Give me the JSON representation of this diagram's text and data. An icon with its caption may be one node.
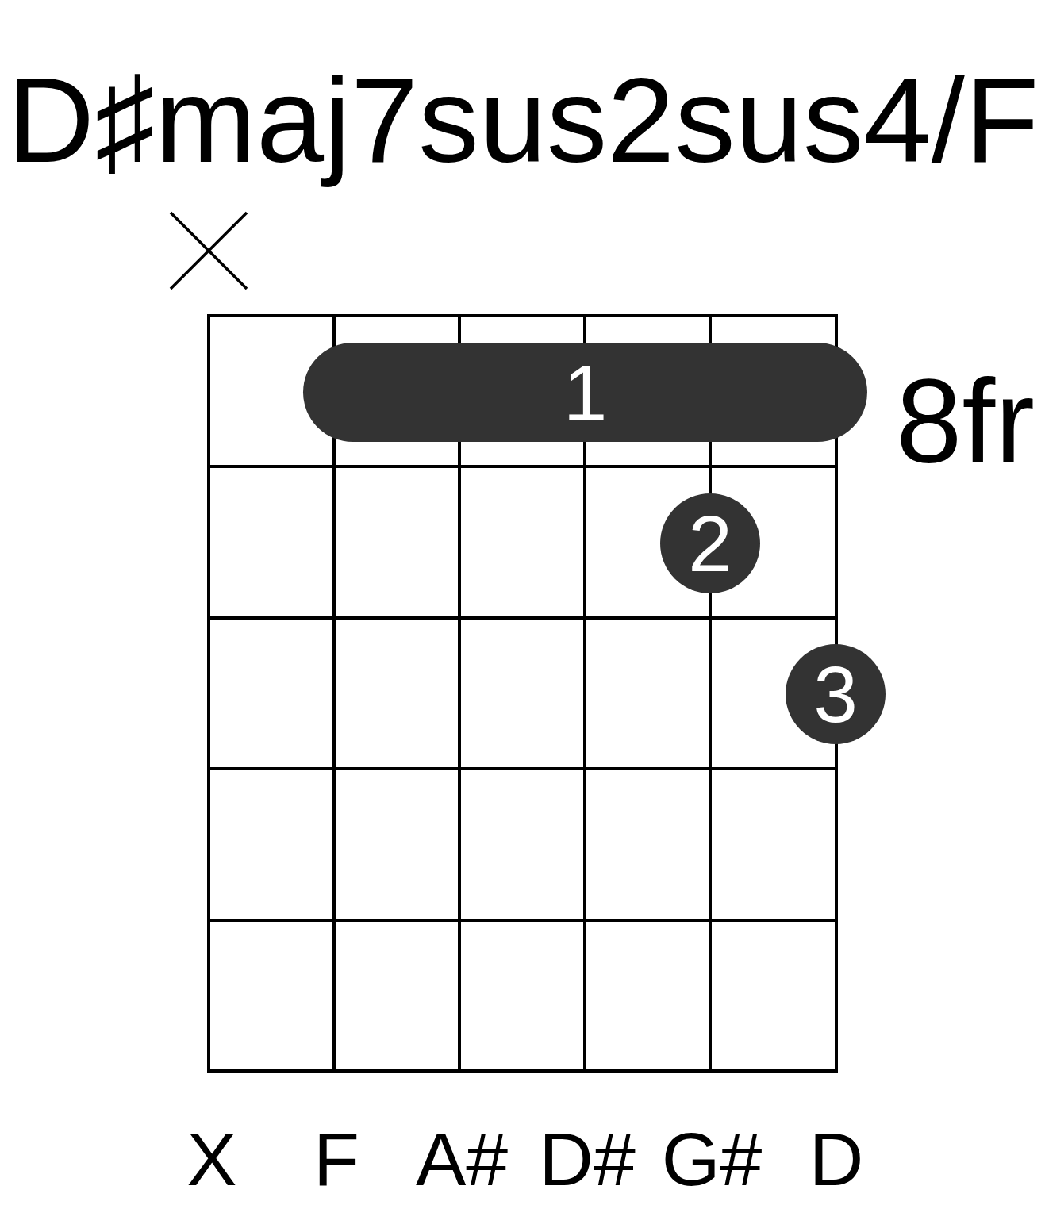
{
  "diagram": {
    "title": "D♯maj7sus2sus4/F",
    "nodes": [
      {
        "text": [
          "1"
        ]
      },
      {
        "text": [
          "2"
        ]
      },
      {
        "text": [
          "3"
        ]
      }
    ],
    "labels": [
      "8fr",
      "X",
      "F",
      "A#",
      "D#",
      "G#",
      "D"
    ]
  }
}
